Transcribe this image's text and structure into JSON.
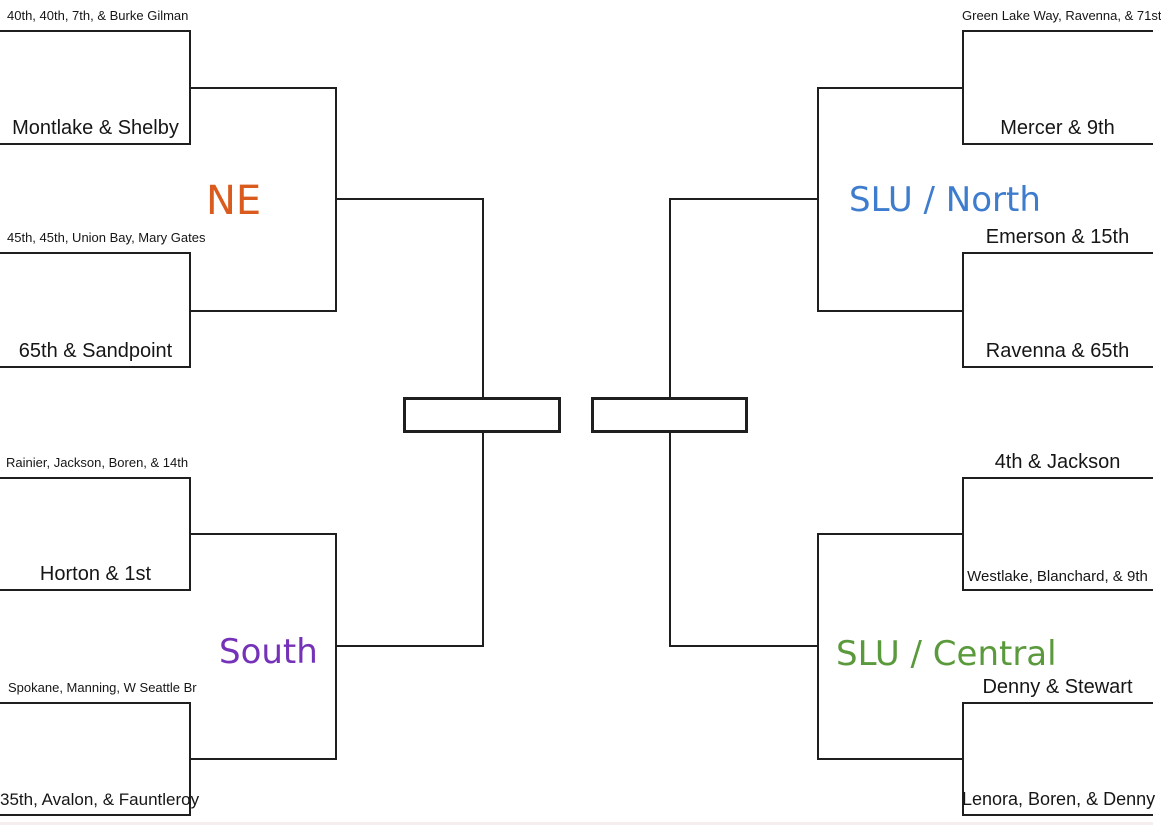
{
  "diagram": {
    "type": "tournament-bracket",
    "line_color": "#1f1f1f"
  },
  "regions": {
    "ne": {
      "label": "NE",
      "color": "#D95B1E"
    },
    "south": {
      "label": "South",
      "color": "#7531B8"
    },
    "slu_north": {
      "label": "SLU / North",
      "color": "#3E7DCD"
    },
    "slu_central": {
      "label": "SLU / Central",
      "color": "#5A9A3C"
    }
  },
  "teams": {
    "ne": [
      "40th, 40th, 7th, & Burke Gilman",
      "Montlake & Shelby",
      "45th, 45th, Union Bay, Mary Gates",
      "65th & Sandpoint"
    ],
    "south": [
      "Rainier, Jackson, Boren, & 14th",
      "Horton & 1st",
      "Spokane, Manning, W Seattle Br",
      "35th, Avalon, & Fauntleroy"
    ],
    "slu_north": [
      "Green Lake Way, Ravenna, & 71st",
      "Mercer & 9th",
      "Emerson & 15th",
      "Ravenna & 65th"
    ],
    "slu_central": [
      "4th & Jackson",
      "Westlake, Blanchard, & 9th",
      "Denny & Stewart",
      "Lenora, Boren, & Denny"
    ]
  },
  "finals": {
    "left_slot": "",
    "right_slot": ""
  }
}
